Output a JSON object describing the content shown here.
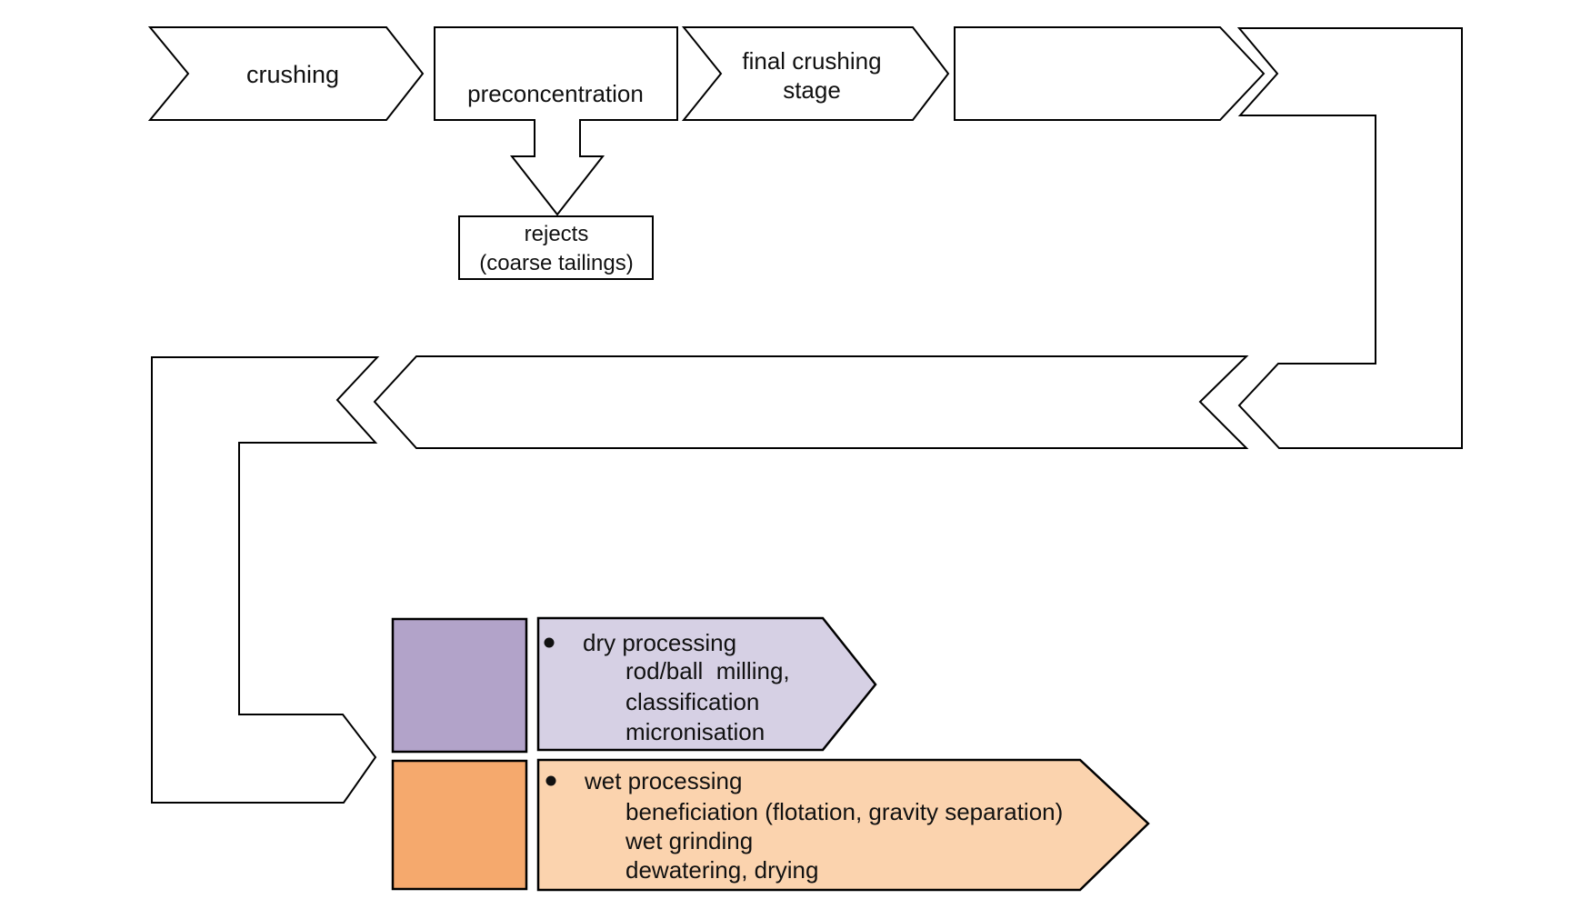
{
  "canvas": {
    "background": "#ffffff",
    "line_color": "#000000"
  },
  "nodes": {
    "crushing": {
      "label": "crushing"
    },
    "preconcentration": {
      "label": "preconcentration"
    },
    "final_crushing": {
      "line1": "final crushing",
      "line2": "stage"
    },
    "unlabeled_stage": {
      "label": ""
    },
    "rejects": {
      "line1": "rejects",
      "line2": "(coarse tailings)"
    },
    "dry_processing": {
      "title": "dry processing",
      "item1": "rod/ball  milling,",
      "item2": "classification",
      "item3": "micronisation",
      "box_color": "#b2a3c9",
      "arrow_color": "#d6d0e4"
    },
    "wet_processing": {
      "title": "wet processing",
      "item1": "beneficiation (flotation, gravity separation)",
      "item2": "wet grinding",
      "item3": "dewatering, drying",
      "box_color": "#f5a96d",
      "arrow_color": "#fbd3ae"
    }
  }
}
